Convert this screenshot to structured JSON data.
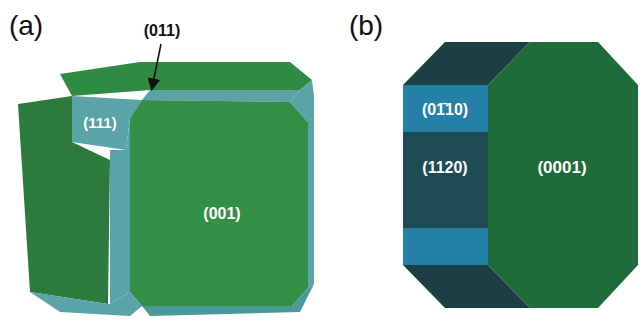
{
  "diagram": {
    "labels": [
      "(a)",
      "(b)",
      "(011)",
      "(111)",
      "(001)",
      "(01̄10)",
      "(1120)",
      "(0001)"
    ]
  }
}
